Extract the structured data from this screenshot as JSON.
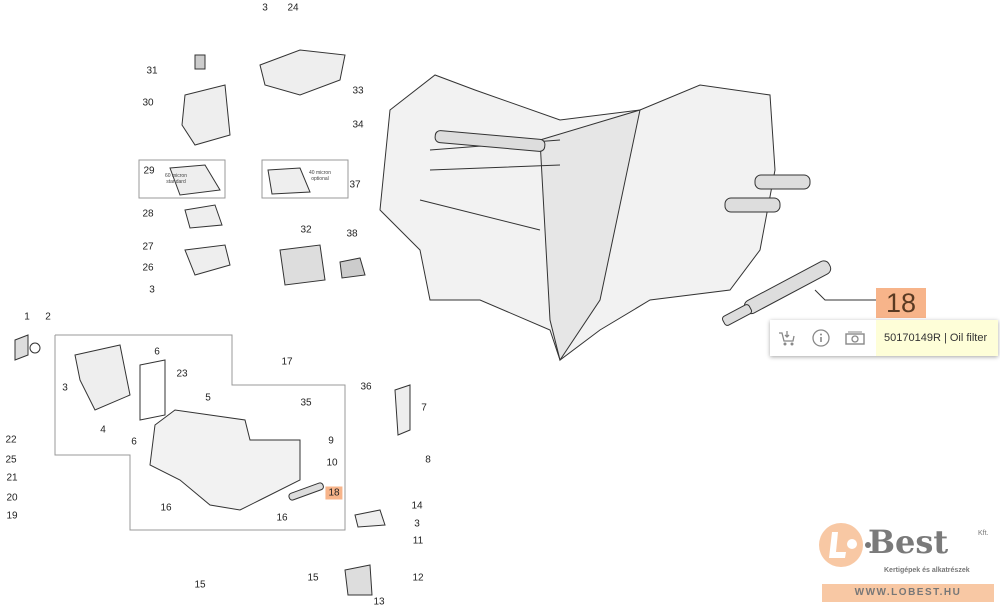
{
  "labels": [
    "3",
    "24",
    "31",
    "30",
    "33",
    "34",
    "29",
    "37",
    "28",
    "27",
    "26",
    "3",
    "32",
    "38",
    "1",
    "2",
    "6",
    "17",
    "23",
    "5",
    "36",
    "35",
    "7",
    "3",
    "4",
    "6",
    "9",
    "22",
    "25",
    "10",
    "8",
    "21",
    "20",
    "19",
    "18",
    "16",
    "16",
    "14",
    "3",
    "11",
    "15",
    "15",
    "12",
    "13"
  ],
  "notes": {
    "filter_29": "60 micron standard",
    "filter_37": "40 micron optional"
  },
  "selected_part": {
    "number": "18",
    "tooltip": "50170149R | Oil filter"
  },
  "tooltip_icons": [
    "cart-icon",
    "info-icon",
    "money-icon"
  ],
  "logo": {
    "name": "L·Best",
    "suffix": "Kft.",
    "tagline": "Kertigépek és alkatrészek",
    "url": "WWW.LOBEST.HU"
  },
  "colors": {
    "highlight": "#f7b48a",
    "tooltip_bg": "#fefed8",
    "logo_orange": "#f8c8a4"
  }
}
